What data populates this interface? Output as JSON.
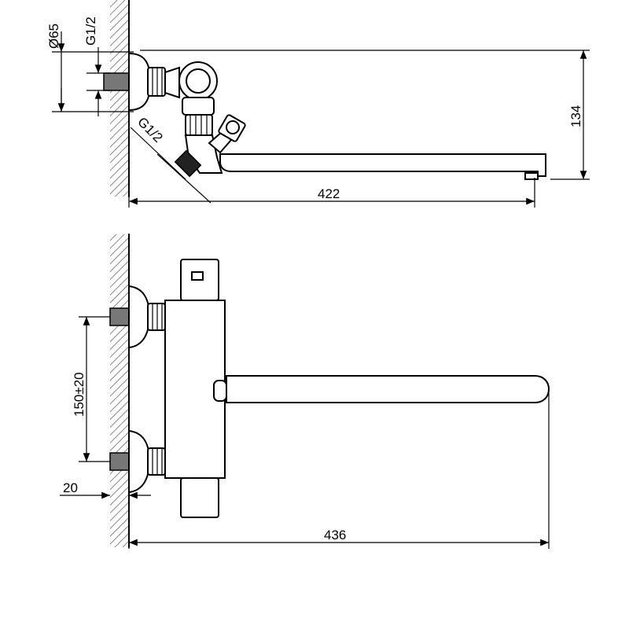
{
  "dimensions": {
    "diameter_65": "Ø65",
    "thread_top": "G1/2",
    "thread_inlet": "G1/2",
    "height_134": "134",
    "length_422": "422",
    "spacing": "150±20",
    "offset_20": "20",
    "length_436": "436"
  }
}
